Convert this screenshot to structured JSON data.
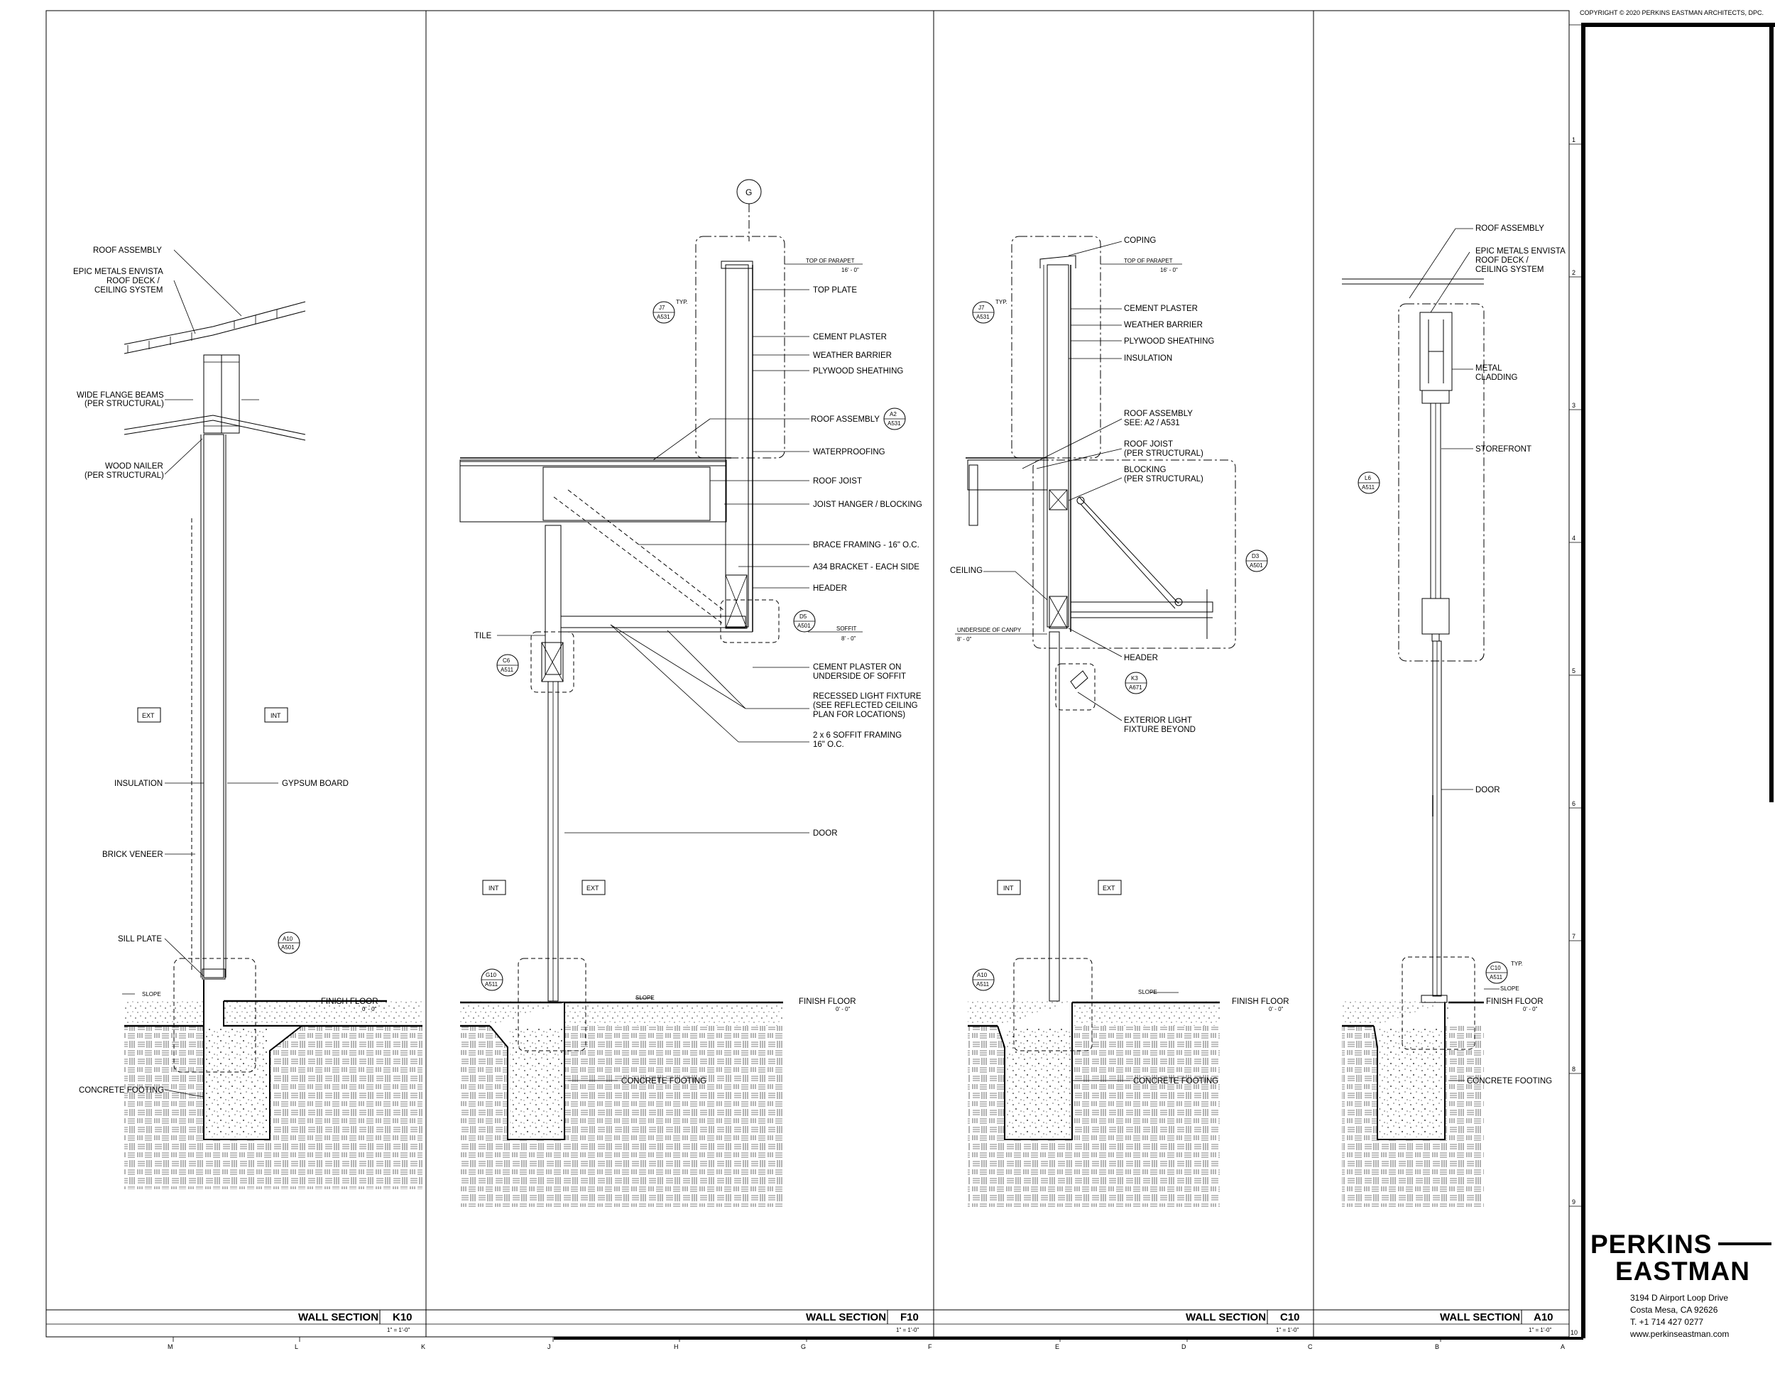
{
  "copyright": "COPYRIGHT © 2020 PERKINS EASTMAN ARCHITECTS, DPC.",
  "firm": {
    "name_line1": "PERKINS",
    "name_line2": "EASTMAN",
    "address1": "3194 D Airport Loop Drive",
    "address2": "Costa Mesa, CA 92626",
    "phone": "T. +1 714 427 0277",
    "web": "www.perkinseastman.com"
  },
  "grid_bottom": [
    "M",
    "L",
    "K",
    "J",
    "H",
    "G",
    "F",
    "E",
    "D",
    "C",
    "B",
    "A"
  ],
  "grid_right": [
    "1",
    "2",
    "3",
    "4",
    "5",
    "6",
    "7",
    "8",
    "9",
    "10"
  ],
  "common": {
    "finish_floor": "FINISH FLOOR",
    "finish_floor_elev": "0' - 0\"",
    "concrete_footing": "CONCRETE FOOTING",
    "slope": "SLOPE",
    "ext": "EXT",
    "int": "INT",
    "scale": "1\" = 1'-0\""
  },
  "sections": [
    {
      "title": "WALL SECTION",
      "number": "K10",
      "labels": {
        "roof_assembly": "ROOF ASSEMBLY",
        "epic1": "EPIC METALS ENVISTA",
        "epic2": "ROOF DECK /",
        "epic3": "CEILING SYSTEM",
        "wfb1": "WIDE FLANGE BEAMS",
        "wfb2": "(PER STRUCTURAL)",
        "wn1": "WOOD NAILER",
        "wn2": "(PER STRUCTURAL)",
        "insulation": "INSULATION",
        "gypsum": "GYPSUM BOARD",
        "brick": "BRICK VENEER",
        "sill": "SILL PLATE"
      },
      "tags": [
        {
          "top": "A10",
          "bottom": "A501"
        }
      ]
    },
    {
      "title": "WALL SECTION",
      "number": "F10",
      "grid_bubble": "G",
      "labels": {
        "top_parapet": "TOP OF PARAPET",
        "top_parapet_elev": "16' - 0\"",
        "top_plate": "TOP PLATE",
        "cement_plaster": "CEMENT PLASTER",
        "weather_barrier": "WEATHER BARRIER",
        "plywood": "PLYWOOD SHEATHING",
        "roof_assembly": "ROOF ASSEMBLY",
        "waterproofing": "WATERPROOFING",
        "roof_joist": "ROOF JOIST",
        "joist_hanger": "JOIST HANGER / BLOCKING",
        "brace": "BRACE FRAMING - 16\" O.C.",
        "a34": "A34 BRACKET - EACH SIDE",
        "header": "HEADER",
        "soffit": "SOFFIT",
        "soffit_elev": "8' - 0\"",
        "tile": "TILE",
        "cps1": "CEMENT PLASTER ON",
        "cps2": "UNDERSIDE OF SOFFIT",
        "rlf1": "RECESSED LIGHT FIXTURE",
        "rlf2": "(SEE REFLECTED CEILING",
        "rlf3": "PLAN FOR LOCATIONS)",
        "sf1": "2 x 6 SOFFIT FRAMING",
        "sf2": "16\" O.C.",
        "door": "DOOR",
        "typ": "TYP."
      },
      "tags": [
        {
          "top": "J7",
          "bottom": "A531"
        },
        {
          "top": "A2",
          "bottom": "A531"
        },
        {
          "top": "D5",
          "bottom": "A501"
        },
        {
          "top": "C6",
          "bottom": "A511"
        },
        {
          "top": "G10",
          "bottom": "A511"
        }
      ]
    },
    {
      "title": "WALL SECTION",
      "number": "C10",
      "labels": {
        "coping": "COPING",
        "top_parapet": "TOP OF PARAPET",
        "top_parapet_elev": "16' - 0\"",
        "cement_plaster": "CEMENT PLASTER",
        "weather_barrier": "WEATHER BARRIER",
        "plywood": "PLYWOOD SHEATHING",
        "insulation": "INSULATION",
        "ra1": "ROOF ASSEMBLY",
        "ra2": "SEE:  A2 / A531",
        "rj1": "ROOF JOIST",
        "rj2": "(PER STRUCTURAL)",
        "bl1": "BLOCKING",
        "bl2": "(PER STRUCTURAL)",
        "ceiling": "CEILING",
        "canopy": "UNDERSIDE OF CANPY",
        "canopy_elev": "8' - 0\"",
        "header": "HEADER",
        "elf1": "EXTERIOR LIGHT",
        "elf2": "FIXTURE BEYOND",
        "typ": "TYP."
      },
      "tags": [
        {
          "top": "J7",
          "bottom": "A531"
        },
        {
          "top": "D3",
          "bottom": "A501"
        },
        {
          "top": "K3",
          "bottom": "A671"
        },
        {
          "top": "A10",
          "bottom": "A511"
        }
      ]
    },
    {
      "title": "WALL SECTION",
      "number": "A10",
      "labels": {
        "roof_assembly": "ROOF ASSEMBLY",
        "epic1": "EPIC METALS ENVISTA",
        "epic2": "ROOF DECK /",
        "epic3": "CEILING SYSTEM",
        "mc1": "METAL",
        "mc2": "CLADDING",
        "storefront": "STOREFRONT",
        "door": "DOOR",
        "typ": "TYP."
      },
      "tags": [
        {
          "top": "L6",
          "bottom": "A511"
        },
        {
          "top": "C10",
          "bottom": "A511"
        }
      ]
    }
  ]
}
